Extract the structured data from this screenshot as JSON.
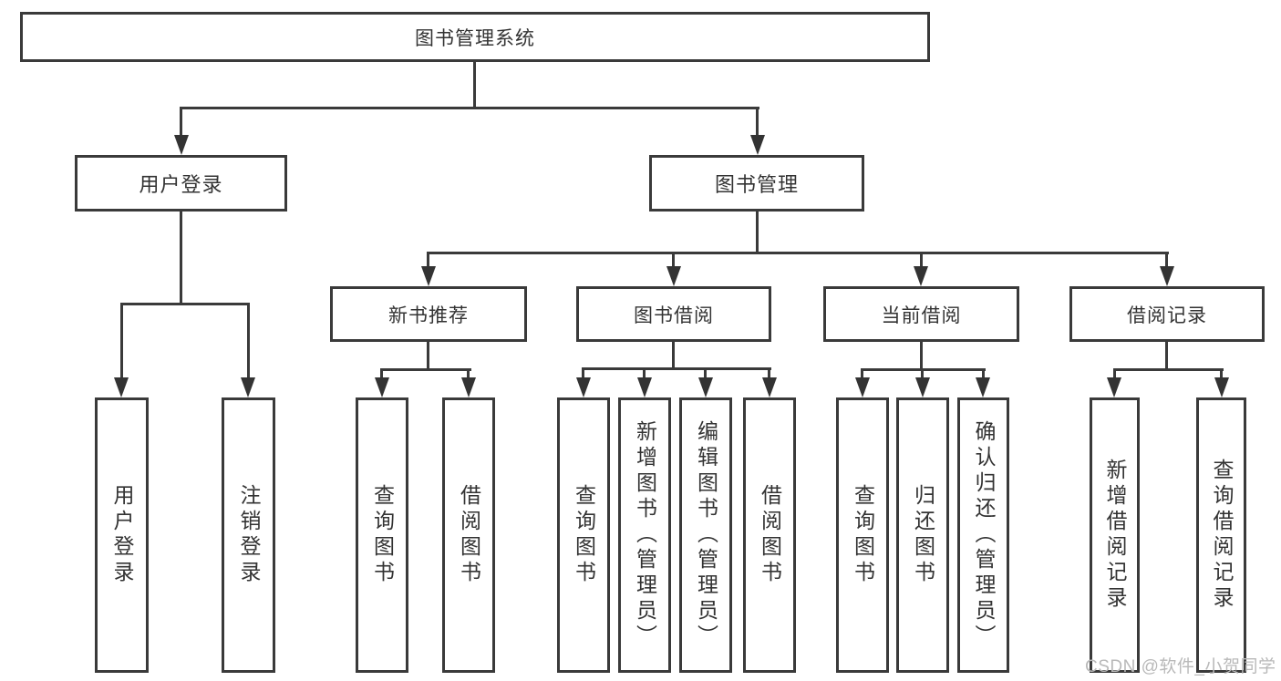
{
  "diagram": {
    "root": {
      "label": "图书管理系统"
    },
    "branches": [
      {
        "label": "用户登录",
        "children": [
          {
            "label": "用户登录"
          },
          {
            "label": "注销登录"
          }
        ]
      },
      {
        "label": "图书管理",
        "children": [
          {
            "label": "新书推荐",
            "children": [
              {
                "label": "查询图书"
              },
              {
                "label": "借阅图书"
              }
            ]
          },
          {
            "label": "图书借阅",
            "children": [
              {
                "label": "查询图书"
              },
              {
                "label": "新增图书（管理员）"
              },
              {
                "label": "编辑图书（管理员）"
              },
              {
                "label": "借阅图书"
              }
            ]
          },
          {
            "label": "当前借阅",
            "children": [
              {
                "label": "查询图书"
              },
              {
                "label": "归还图书"
              },
              {
                "label": "确认归还（管理员）"
              }
            ]
          },
          {
            "label": "借阅记录",
            "children": [
              {
                "label": "新增借阅记录"
              },
              {
                "label": "查询借阅记录"
              }
            ]
          }
        ]
      }
    ]
  },
  "watermark": {
    "text": "CSDN @软件_小贺同学"
  },
  "colors": {
    "line": "#3a3a3a",
    "text": "#333333",
    "box_bg": "#ffffff",
    "watermark": "#b9b9b9"
  }
}
